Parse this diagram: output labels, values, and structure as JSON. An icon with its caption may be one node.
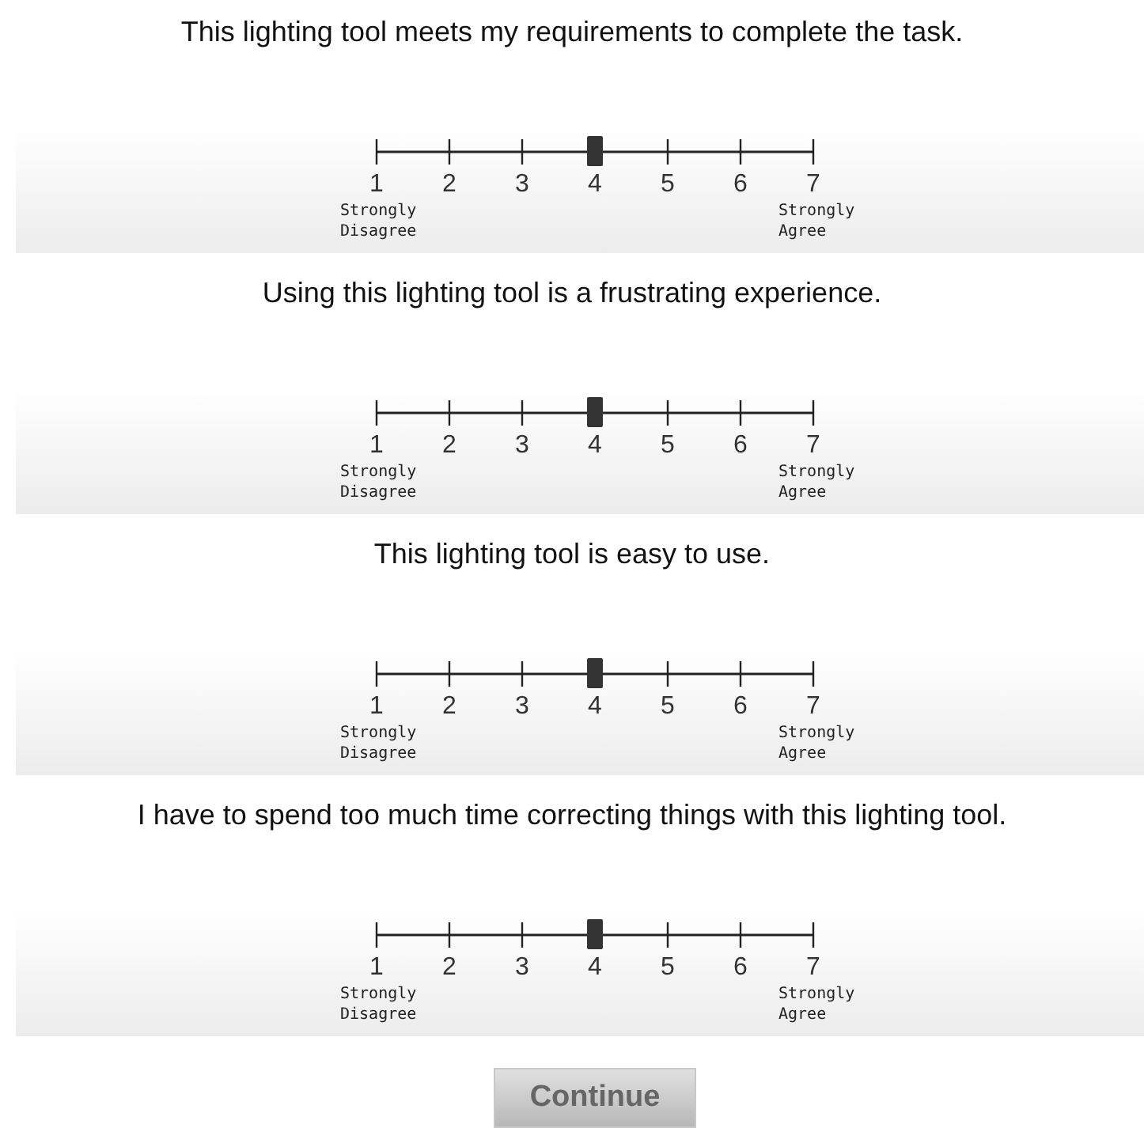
{
  "diagram": {
    "labels": [
      "This lighting tool meets my requirements to complete the task.",
      "1",
      "2",
      "3",
      "4",
      "5",
      "6",
      "7",
      "Strongly Disagree",
      "Strongly Agree",
      "Using this lighting tool is a frustrating experience.",
      "1",
      "2",
      "3",
      "4",
      "5",
      "6",
      "7",
      "Strongly Disagree",
      "Strongly Agree",
      "This lighting tool is easy to use.",
      "1",
      "2",
      "3",
      "4",
      "5",
      "6",
      "7",
      "Strongly Disagree",
      "Strongly Agree",
      "I have to spend too much time correcting things with this lighting tool.",
      "1",
      "2",
      "3",
      "4",
      "5",
      "6",
      "7",
      "Strongly Disagree",
      "Strongly Agree",
      "Continue"
    ]
  }
}
